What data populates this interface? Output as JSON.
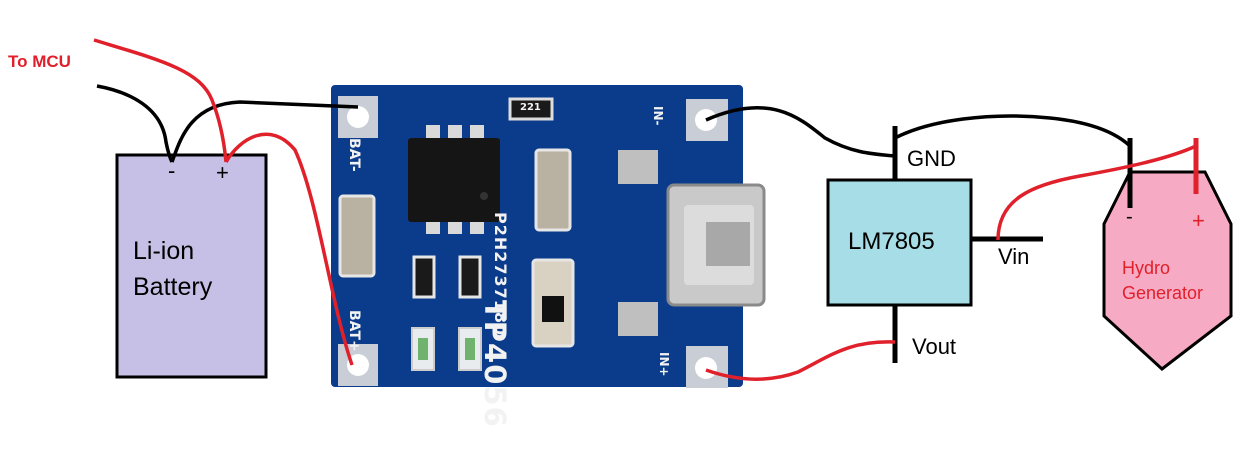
{
  "labels": {
    "to_mcu": "To MCU",
    "battery_minus": "-",
    "battery_plus": "+",
    "battery_name": "Li-ion Battery",
    "regulator_name": "LM7805",
    "reg_gnd": "GND",
    "reg_vin": "Vin",
    "reg_vout": "Vout",
    "generator_minus": "-",
    "generator_plus": "+",
    "generator_name": "Hydro Generator"
  },
  "board": {
    "title": "TP4056",
    "code": "P2H2737180",
    "pad_bat_minus": "BAT-",
    "pad_bat_plus": "BAT+",
    "pad_in_minus": "IN-",
    "pad_in_plus": "IN+",
    "resistor_top": "221"
  },
  "colors": {
    "wire_red": "#e0202a",
    "wire_black": "#000000",
    "battery_fill": "#c7c0e6",
    "regulator_fill": "#a6dde6",
    "generator_fill": "#f7aac4",
    "pcb_blue": "#0b3c8c"
  }
}
